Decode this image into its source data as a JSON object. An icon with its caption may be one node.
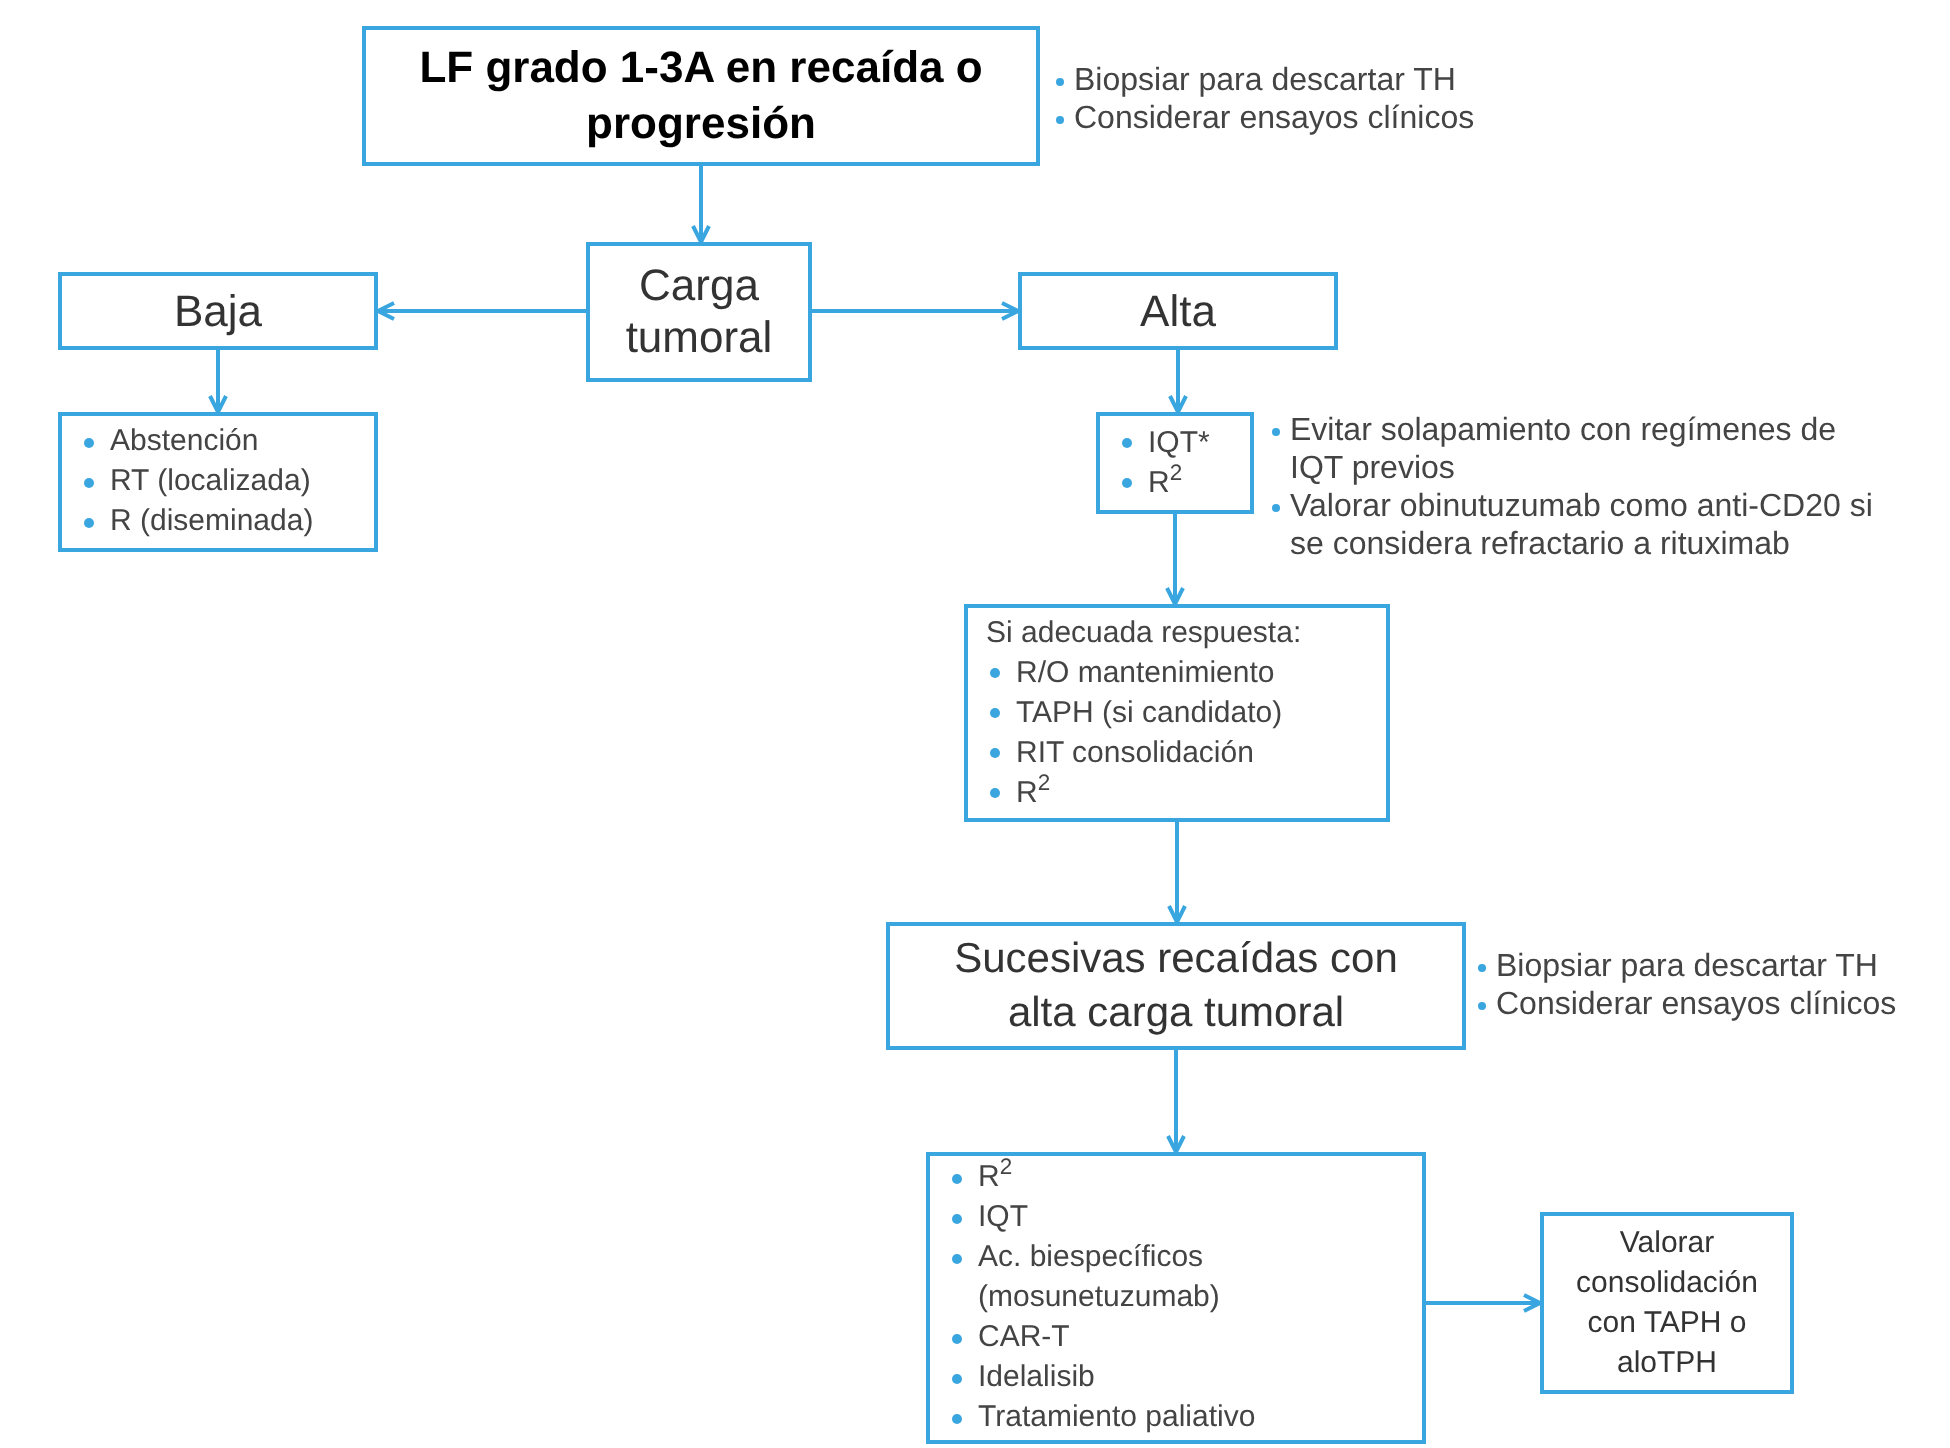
{
  "diagram": {
    "nodes": [
      {
        "text": [
          "LF grado 1-3A en recaída o progresión"
        ],
        "beside": [
          "Biopsiar para descartar TH",
          "Considerar ensayos clínicos"
        ]
      },
      {
        "text": [
          "Carga tumoral"
        ]
      },
      {
        "text": [
          "Baja"
        ]
      },
      {
        "text": [
          "Alta"
        ]
      },
      {
        "text": [
          "Abstención",
          "RT (localizada)",
          "R (diseminada)"
        ]
      },
      {
        "text": [
          "IQT*",
          "R$^{2}$"
        ],
        "beside": [
          "Evitar solapamiento con regímenes de IQT previos",
          "Valorar obinutuzumab como anti-CD20 si se considera refractario a rituximab"
        ]
      },
      {
        "text": [
          "Si adecuada respuesta:",
          "R/O mantenimiento",
          "TAPH (si candidato)",
          "RIT consolidación",
          "R$^{2}$"
        ]
      },
      {
        "text": [
          "Sucesivas recaídas con alta carga tumoral"
        ],
        "beside": [
          "Biopsiar para descartar TH",
          "Considerar ensayos clínicos"
        ]
      },
      {
        "text": [
          "R$^{2}$",
          "IQT",
          "Ac. biespecíficos (mosunetuzumab)",
          "CAR-T",
          "Idelalisib",
          "Tratamiento paliativo"
        ]
      },
      {
        "text": [
          "Valorar consolidación con TAPH o aloTPH"
        ]
      }
    ],
    "edges": [
      {
        "from": 0,
        "to": 1,
        "arrow": "to"
      },
      {
        "from": 1,
        "to": 2,
        "arrow": "to"
      },
      {
        "from": 1,
        "to": 3,
        "arrow": "to"
      },
      {
        "from": 2,
        "to": 4,
        "arrow": "to"
      },
      {
        "from": 3,
        "to": 5,
        "arrow": "to"
      },
      {
        "from": 5,
        "to": 6,
        "arrow": "to"
      },
      {
        "from": 6,
        "to": 7,
        "arrow": "to"
      },
      {
        "from": 7,
        "to": 8,
        "arrow": "to"
      },
      {
        "from": 8,
        "to": 9,
        "arrow": "to"
      }
    ]
  }
}
